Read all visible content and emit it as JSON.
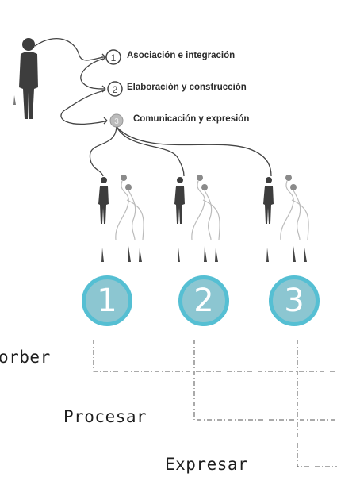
{
  "steps": [
    {
      "number": "1",
      "label": "Asociación e integración"
    },
    {
      "number": "2",
      "label": "Elaboración y construcción"
    },
    {
      "number": "3",
      "label": "Comunicación y expresión"
    }
  ],
  "stages": [
    "1",
    "2",
    "3"
  ],
  "phases": [
    "orber",
    "Procesar",
    "Expresar"
  ],
  "colors": {
    "circle_fill": "#8cc6d1",
    "circle_ring": "#55bfd3",
    "figure": "#444444",
    "line": "#555555"
  }
}
